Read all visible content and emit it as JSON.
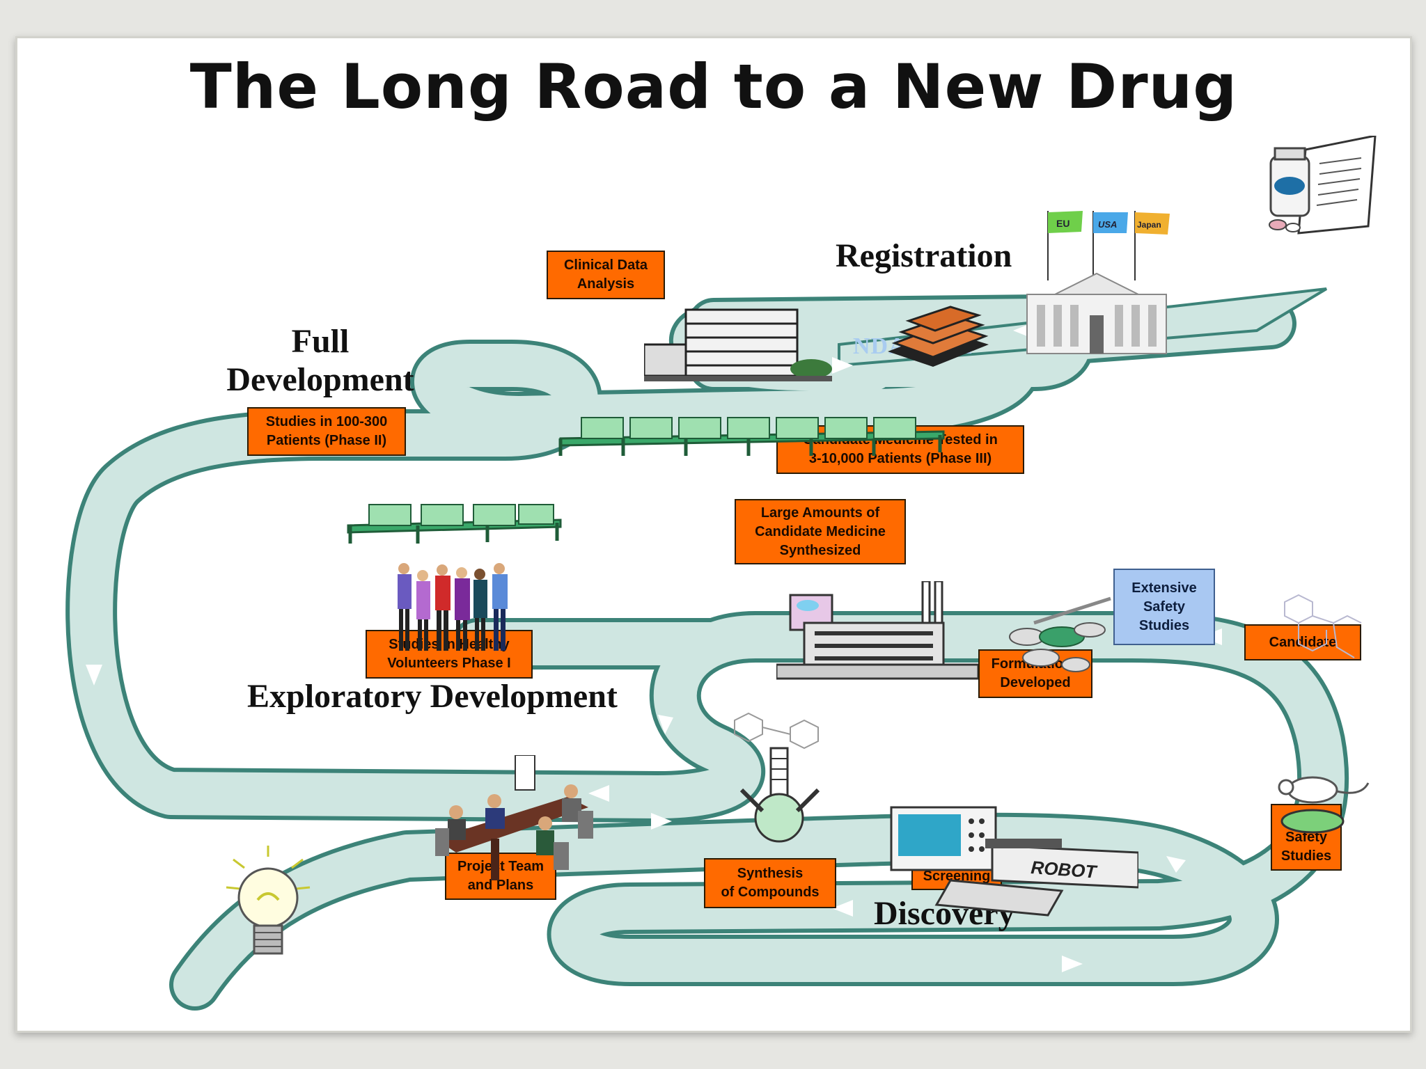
{
  "title": "The Long Road to a New Drug",
  "stages": {
    "registration": "Registration",
    "full_development": "Full Development",
    "exploratory_development": "Exploratory Development",
    "discovery": "Discovery"
  },
  "nda_label": "NDA/MAA",
  "flags": [
    "EU",
    "USA",
    "Japan"
  ],
  "robot_label": "ROBOT",
  "boxes": {
    "clinical_data_analysis": "Clinical Data\nAnalysis",
    "phase2": "Studies in 100-300\nPatients (Phase II)",
    "phase3": "Candidate Medicine Tested in\n3-10,000 Patients (Phase III)",
    "large_amounts": "Large Amounts of\nCandidate Medicine\nSynthesized",
    "extensive_safety": "Extensive\nSafety\nStudies",
    "candidate": "Candidate",
    "formulations": "Formulations\nDeveloped",
    "phase1": "Studies in Healthy\nVolunteers Phase I",
    "early_safety": "Early\nSafety\nStudies",
    "project_team": "Project Team\nand Plans",
    "synthesis": "Synthesis\nof Compounds",
    "screening": "Screening"
  },
  "colors": {
    "road": "#cfe6e1",
    "road_edge": "#3c8378",
    "box_fill": "#ff6a00",
    "blue_box_fill": "#a9c8f2"
  }
}
